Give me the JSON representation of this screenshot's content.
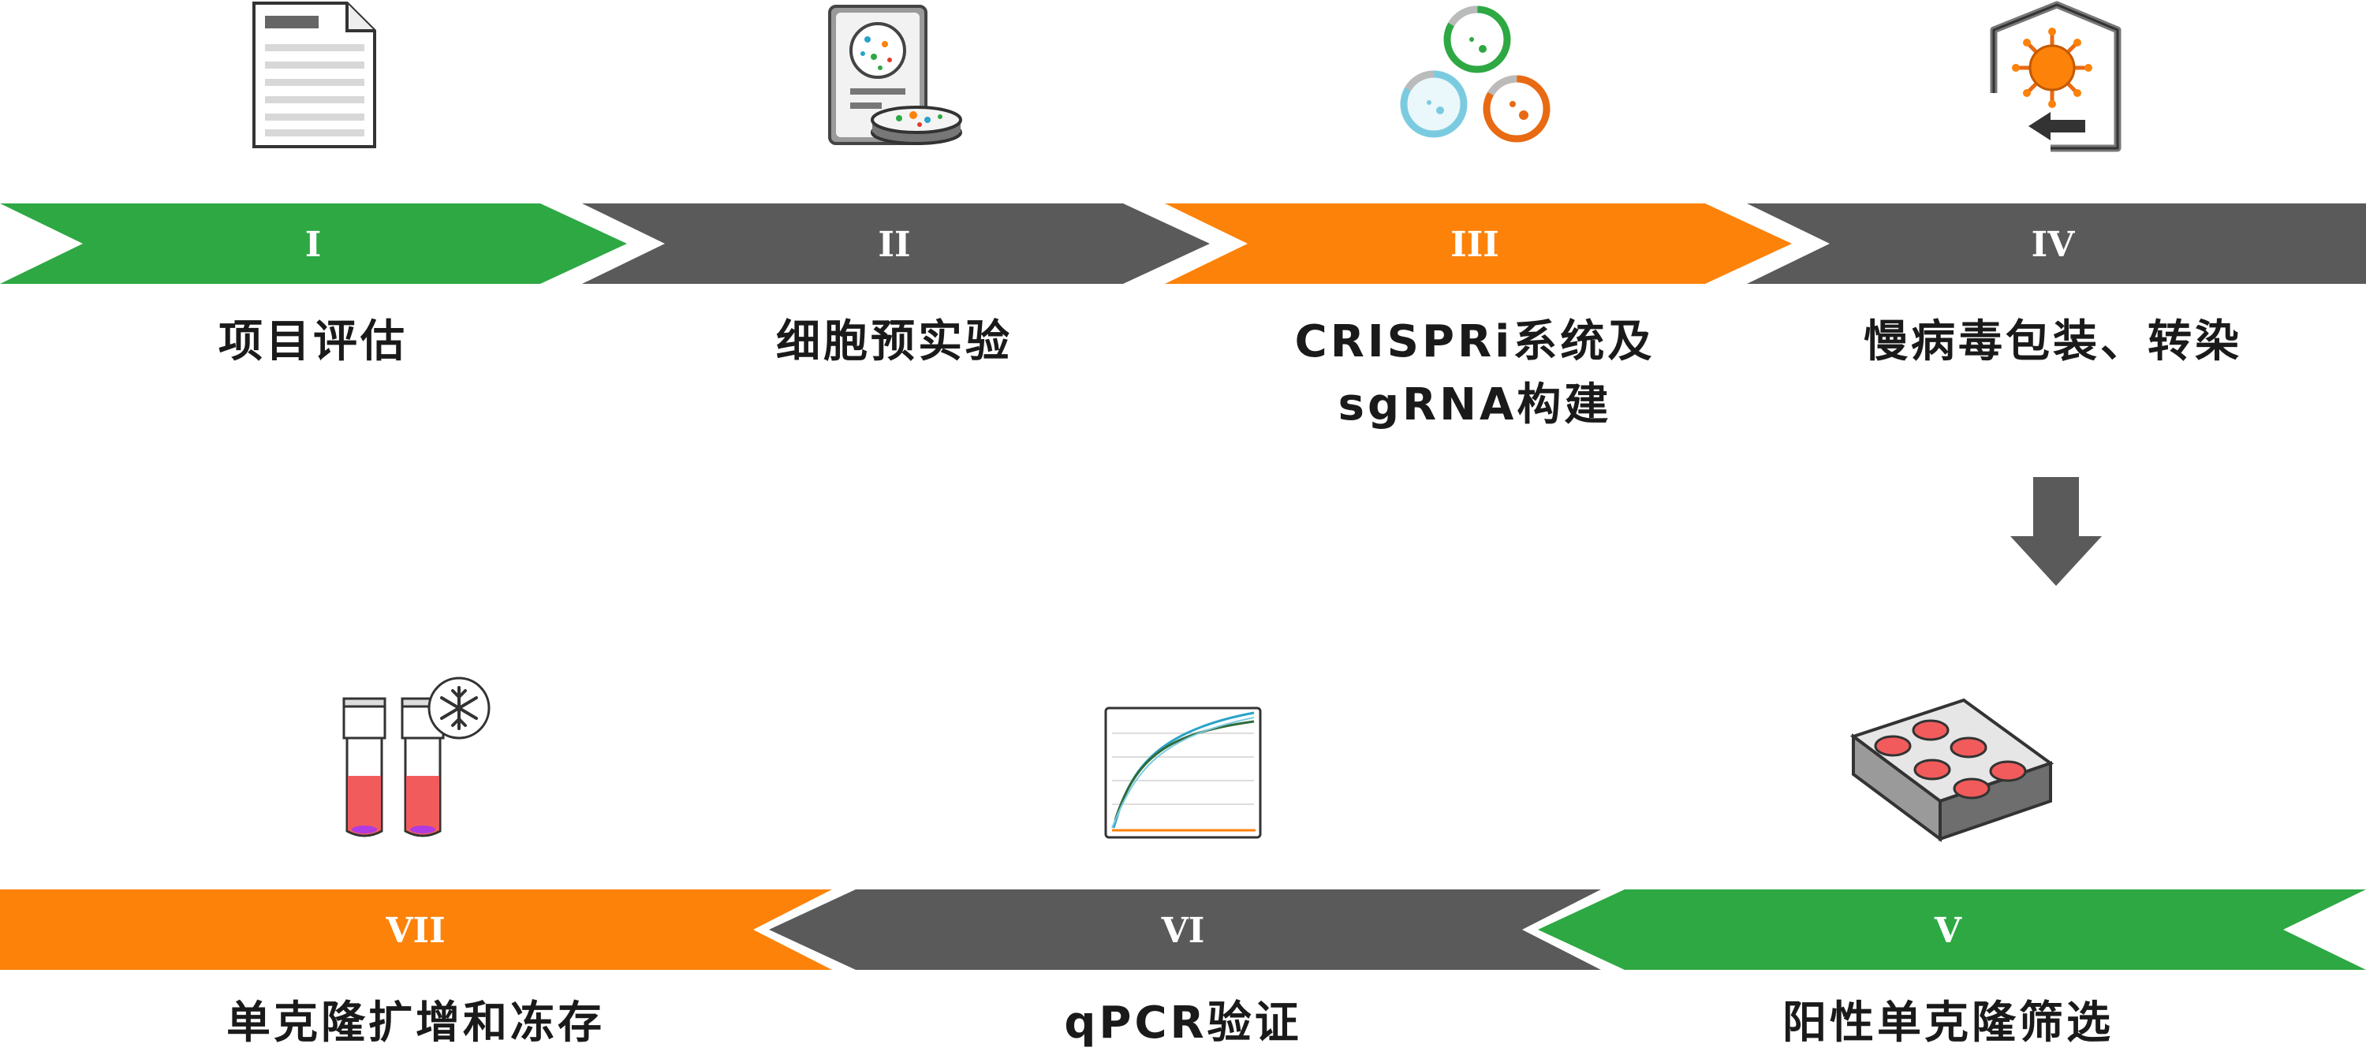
{
  "colors": {
    "green": "#2ea843",
    "gray": "#5a5a5a",
    "orange": "#fd8209",
    "text": "#1a1a1a"
  },
  "steps": [
    {
      "numeral": "I",
      "label": "项目评估",
      "color": "green",
      "icon": "document-icon"
    },
    {
      "numeral": "II",
      "label": "细胞预实验",
      "color": "gray",
      "icon": "cell-culture-dish-icon"
    },
    {
      "numeral": "III",
      "label_lines": [
        "CRISPRi系统及",
        "sgRNA构建"
      ],
      "color": "orange",
      "icon": "plasmid-circles-icon"
    },
    {
      "numeral": "IV",
      "label": "慢病毒包装、转染",
      "color": "gray",
      "icon": "lentivirus-icon"
    },
    {
      "numeral": "V",
      "label": "阳性单克隆筛选",
      "color": "green",
      "icon": "well-plate-icon"
    },
    {
      "numeral": "VI",
      "label": "qPCR验证",
      "color": "gray",
      "icon": "qpcr-curve-icon"
    },
    {
      "numeral": "VII",
      "label": "单克隆扩增和冻存",
      "color": "orange",
      "icon": "cryo-tubes-icon"
    }
  ],
  "connector": {
    "icon": "down-arrow-icon"
  }
}
